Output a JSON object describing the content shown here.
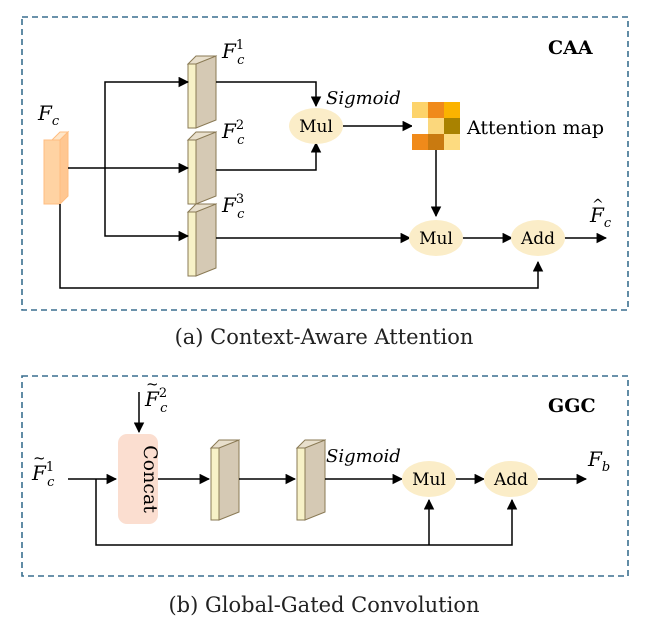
{
  "caa": {
    "title": "CAA",
    "input": "F",
    "input_sub": "c",
    "branches": [
      {
        "base": "F",
        "sub": "c",
        "sup": "1"
      },
      {
        "base": "F",
        "sub": "c",
        "sup": "2"
      },
      {
        "base": "F",
        "sub": "c",
        "sup": "3"
      }
    ],
    "sigmoid": "Sigmoid",
    "mul1": "Mul",
    "attention_map_label": "Attention map",
    "mul2": "Mul",
    "add": "Add",
    "output": "F",
    "output_sub": "c",
    "caption": "(a) Context-Aware Attention"
  },
  "ggc": {
    "title": "GGC",
    "input1": "F",
    "input1_sub": "c",
    "input1_sup": "1",
    "input2": "F",
    "input2_sub": "c",
    "input2_sup": "2",
    "concat": "Concat",
    "sigmoid": "Sigmoid",
    "mul": "Mul",
    "add": "Add",
    "output": "F",
    "output_sub": "b",
    "caption": "(b) Global-Gated Convolution"
  },
  "colors": {
    "border": "#3a6f8f",
    "node_fill": "#fbedc8",
    "feature_front": "#f7f1c7",
    "feature_side": "#d5c9b4",
    "feature_stroke": "#8a7a55",
    "input_feature": "#ffd3a3",
    "concat_fill": "#fbded0",
    "heat": [
      "#fdd36b",
      "#f08a1a",
      "#fbb300",
      "#ffffff",
      "#fbd77c",
      "#a98200",
      "#f08a1a",
      "#c97a10",
      "#fddb80"
    ]
  }
}
